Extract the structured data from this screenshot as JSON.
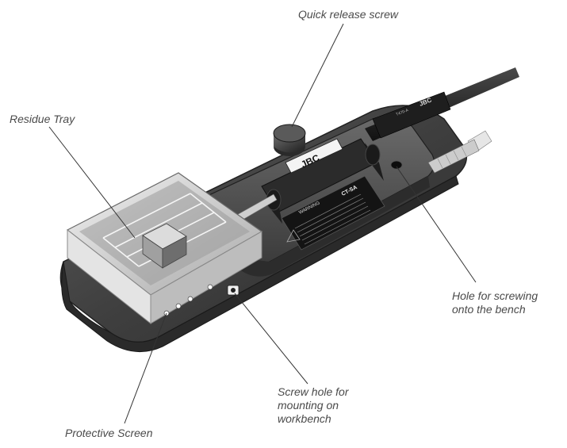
{
  "callouts": {
    "quick_release_screw": "Quick release screw",
    "residue_tray": "Residue Tray",
    "hole_bench": [
      "Hole for screwing",
      "onto the bench"
    ],
    "screw_hole_workbench": [
      "Screw hole for",
      "mounting on",
      "workbench"
    ],
    "protective_screen": "Protective Screen"
  },
  "product_markings": {
    "brand": "JBC",
    "model": "CT-SA",
    "warning_heading": "WARNING",
    "handle_code": "T470-A"
  },
  "colors": {
    "background": "#ffffff",
    "base_dark": "#3a3a3a",
    "base_mid": "#5a5a5a",
    "metal_light": "#d9d9d9",
    "label_text": "#4a4a4a",
    "leader_line": "#333333"
  }
}
